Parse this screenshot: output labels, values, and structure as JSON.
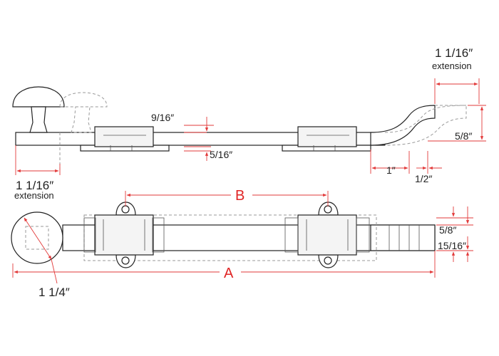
{
  "colors": {
    "outline": "#222222",
    "dimension": "#e23a3a",
    "dimension_letter": "#e02424",
    "ghost": "#9a9a9a",
    "background": "#ffffff"
  },
  "top_view": {
    "knob_extension": {
      "value": "1 1/16″",
      "note": "extension"
    },
    "hook_extension": {
      "value": "1 1/16″",
      "note": "extension"
    },
    "bar_thickness": "9/16″",
    "keeper_plate": "5/16″",
    "hook_drop": "5/8″",
    "hook_gap": "1″",
    "hook_offset": "1/2″"
  },
  "bottom_view": {
    "dim_b": "B",
    "dim_a": "A",
    "knob_diameter": "1 1/4″",
    "end_width": "5/8″",
    "end_height": "15/16″"
  }
}
